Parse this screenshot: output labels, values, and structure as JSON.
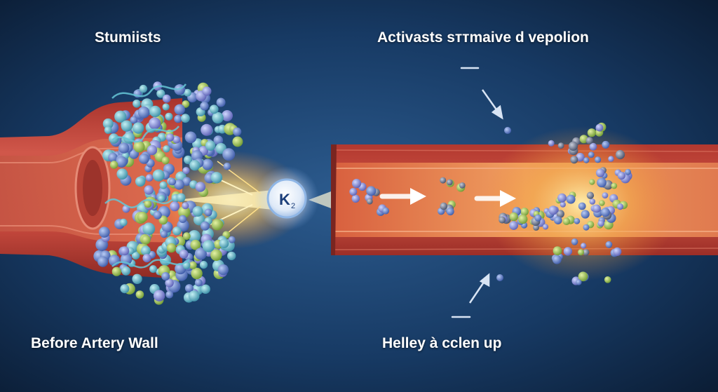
{
  "labels": {
    "top_left": "Stumiists",
    "top_right": "Activasts sттmaive d vepolion",
    "bottom_left": "Before Artery Wall",
    "bottom_right": "Helley à cclen up"
  },
  "badge": {
    "letter": "K",
    "subscript": "2"
  },
  "colors": {
    "background_center": "#2c5b8e",
    "background_edge": "#0a1a30",
    "artery_wall": "#c9473d",
    "artery_lumen": "#e88a55",
    "burst": "#ffd27a",
    "badge_ring": "#8fb6e6",
    "plaque_blue": "#4f74c6",
    "plaque_green": "#9fc250",
    "plaque_teal": "#5fb2c8"
  },
  "icons": {
    "flow_arrow": "arrow-right-icon",
    "incoming_arrow": "diagonal-arrow-icon"
  }
}
